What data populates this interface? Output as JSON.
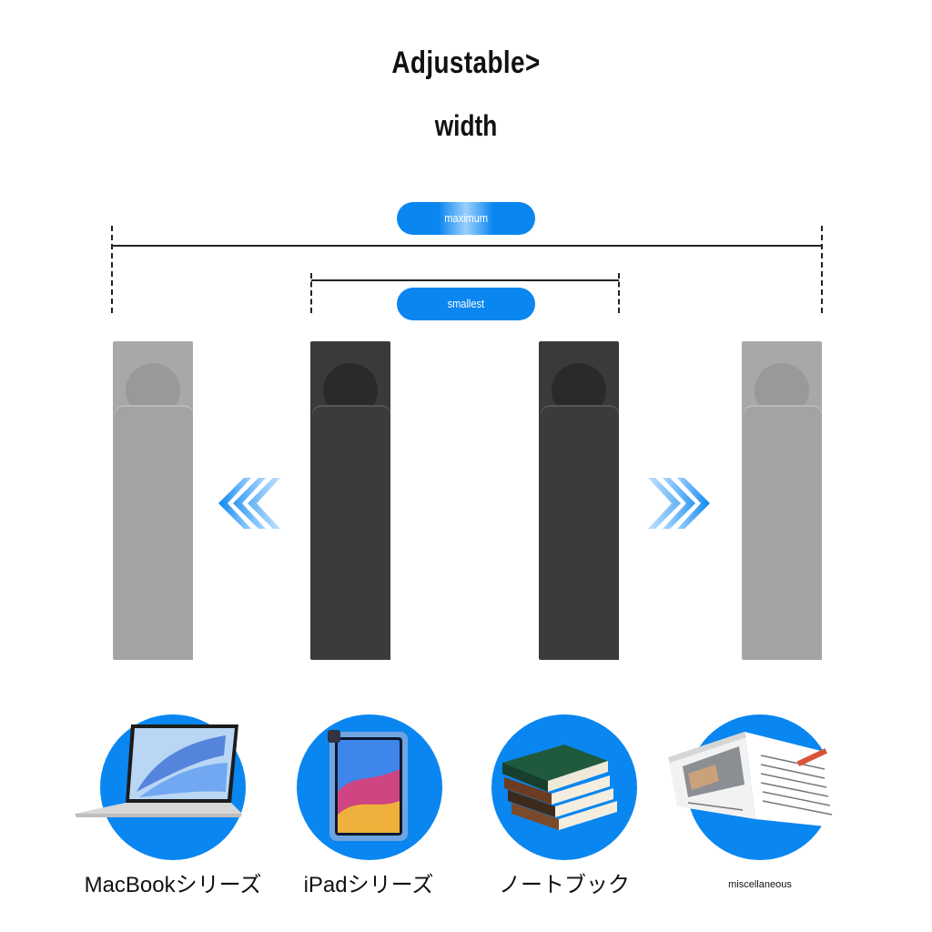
{
  "heading": {
    "line1": "Adjustable>",
    "line2": "width"
  },
  "labels": {
    "maximum": "maximum",
    "smallest": "smallest"
  },
  "categories": [
    {
      "label": "MacBookシリーズ",
      "icon": "laptop-icon"
    },
    {
      "label": "iPadシリーズ",
      "icon": "tablet-icon"
    },
    {
      "label": "ノートブック",
      "icon": "books-icon"
    },
    {
      "label": "miscellaneous",
      "icon": "magazine-icon"
    }
  ],
  "colors": {
    "accent": "#0a86f0",
    "bracket_dark": "#3a3a3a",
    "bracket_light": "#a8a8a8"
  }
}
